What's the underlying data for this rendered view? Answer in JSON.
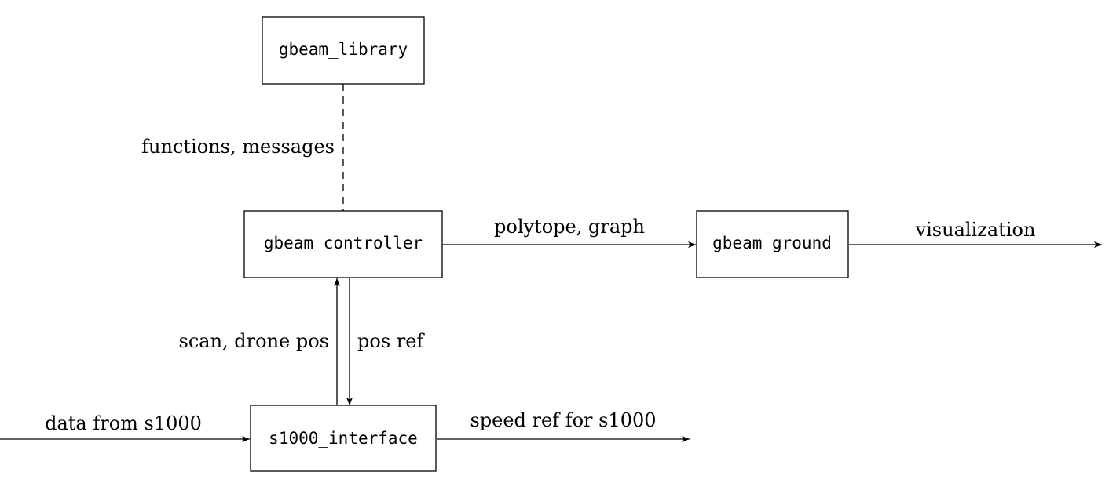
{
  "nodes": {
    "library": "gbeam_library",
    "controller": "gbeam_controller",
    "ground": "gbeam_ground",
    "interface": "s1000_interface"
  },
  "edges": {
    "library_controller": "functions, messages",
    "controller_ground": "polytope, graph",
    "ground_out": "visualization",
    "interface_to_controller": "scan, drone pos",
    "controller_to_interface": "pos ref",
    "in_to_interface": "data from s1000",
    "interface_out": "speed ref for s1000"
  }
}
